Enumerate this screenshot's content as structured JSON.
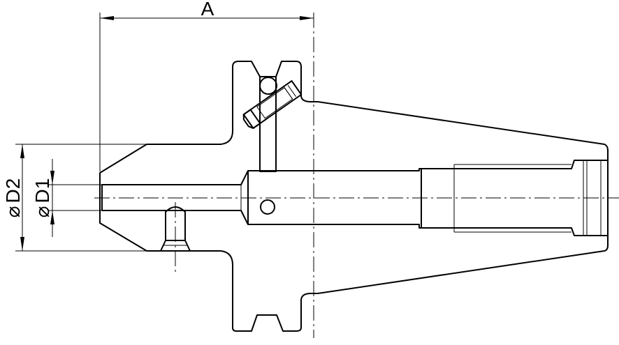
{
  "drawing": {
    "dimensions": [
      {
        "id": "A",
        "label": "A"
      },
      {
        "id": "D1",
        "label": "D1",
        "prefix": "⌀"
      },
      {
        "id": "D2",
        "label": "D2",
        "prefix": "⌀"
      }
    ],
    "colors": {
      "line": "#000000",
      "background": "#ffffff"
    }
  }
}
